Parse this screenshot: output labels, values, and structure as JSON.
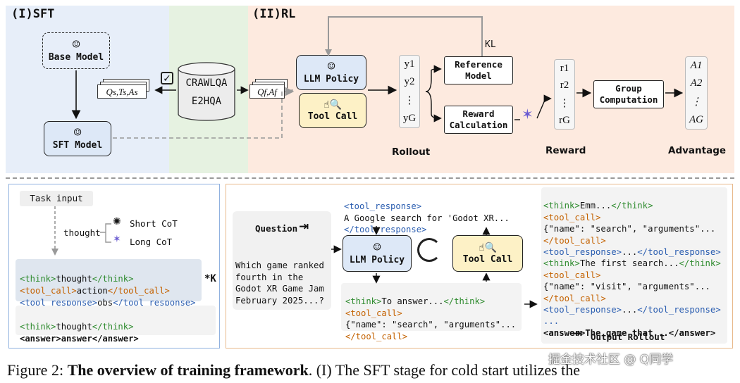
{
  "top": {
    "sft_title": "(I)SFT",
    "rl_title": "(II)RL",
    "base_model": "Base Model",
    "sft_model": "SFT Model",
    "datasets": [
      "CRAWLQA",
      "E2HQA"
    ],
    "stack_sft": "Qs,Ts,As",
    "stack_rl": "Qf,Af",
    "llm_policy": "LLM Policy",
    "tool_call": "Tool Call",
    "kl": "KL",
    "rollouts": [
      "y1",
      "y2",
      "⋮",
      "yG"
    ],
    "reference_model": "Reference Model",
    "reward_calc": "Reward Calculation",
    "rewards": [
      "r1",
      "r2",
      "⋮",
      "rG"
    ],
    "group_comp": "Group Computation",
    "advantages": [
      "A1",
      "A2",
      "⋮",
      "AG"
    ],
    "label_rollout": "Rollout",
    "label_reward": "Reward",
    "label_advantage": "Advantage"
  },
  "bottom_left": {
    "task_input": "Task input",
    "thought": "thought",
    "short_cot": "Short CoT",
    "long_cot": "Long CoT",
    "line1_open": "<think>",
    "line1_val": "thought",
    "line1_close": "</think>",
    "line2_open": "<tool_call>",
    "line2_val": "action",
    "line2_close": "</tool_call>",
    "line3_open": "<tool_response>",
    "line3_val": "obs",
    "line3_close": "</tool_response>",
    "repeat": "*K",
    "line4_open": "<think>",
    "line4_val": "thought",
    "line4_close": "</think>",
    "line5_open": "<answer>",
    "line5_val": "answer",
    "line5_close": "</answer>"
  },
  "bottom_right": {
    "question_label": "Question",
    "question_text": [
      "Which game ranked",
      "fourth in the",
      "Godot XR Game Jam",
      "February 2025...?"
    ],
    "resp_open": "<tool_response>",
    "resp_text": "A Google search for 'Godot XR...",
    "resp_close": "</tool_response>",
    "llm_policy": "LLM Policy",
    "tool_call": "Tool Call",
    "think_open": "<think>",
    "think_text": "To answer...",
    "think_close": "</think>",
    "call_open": "<tool_call>",
    "call_text": "{\"name\": \"search\", \"arguments\"...",
    "call_close": "</tool_call>",
    "out_l1_open": "<think>",
    "out_l1_text": "Emm...",
    "out_l1_close": "</think>",
    "out_l2": "<tool_call>",
    "out_l3": "{\"name\": \"search\", \"arguments\"...",
    "out_l4": "</tool_call>",
    "out_l5_open": "<tool_response>",
    "out_l5_text": "...",
    "out_l5_close": "</tool_response>",
    "out_l6_open": "<think>",
    "out_l6_text": "The first search...",
    "out_l6_close": "</think>",
    "out_l7": "<tool_call>",
    "out_l8": "{\"name\": \"visit\", \"arguments\"...",
    "out_l9": "</tool_call>",
    "out_l10_open": "<tool_response>",
    "out_l10_text": "...",
    "out_l10_close": "</tool_response>",
    "out_l11": "...",
    "out_l12_open": "<answer>",
    "out_l12_text": "The game that...",
    "out_l12_close": "</answer>",
    "output_rollout": "Output Rollout"
  },
  "caption": {
    "prefix": "Figure 2:",
    "bold": "The overview of training framework",
    "rest": ". (I) The SFT stage for cold start utilizes the",
    "watermark": "掘金技术社区 @ Q同学"
  },
  "colors": {
    "sft_bg": "#e7eef9",
    "data_bg": "#e6f2e1",
    "rl_bg": "#fdeadf",
    "policy_fill": "#dde8f7",
    "tool_fill": "#fdf1c6",
    "left_border": "#8fb1df",
    "right_border": "#e8b98b"
  }
}
